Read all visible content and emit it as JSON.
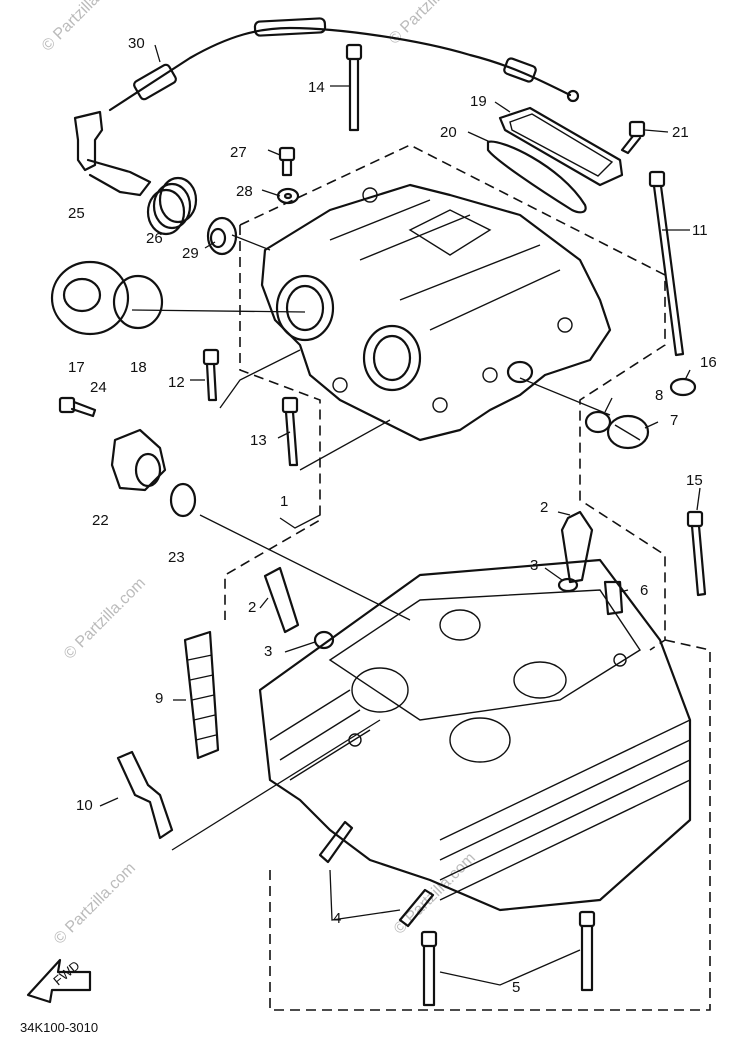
{
  "diagram_code": "34K100-3010",
  "direction_mark": "FWD",
  "watermark": "© Partzilla.com",
  "labels": {
    "l1": "1",
    "l2a": "2",
    "l2b": "2",
    "l3a": "3",
    "l3b": "3",
    "l4": "4",
    "l5": "5",
    "l6": "6",
    "l7": "7",
    "l8": "8",
    "l9": "9",
    "l10": "10",
    "l11": "11",
    "l12": "12",
    "l13": "13",
    "l14": "14",
    "l15": "15",
    "l16": "16",
    "l17": "17",
    "l18": "18",
    "l19": "19",
    "l20": "20",
    "l21": "21",
    "l22": "22",
    "l23": "23",
    "l24": "24",
    "l25": "25",
    "l26": "26",
    "l27": "27",
    "l28": "28",
    "l29": "29",
    "l30": "30"
  }
}
